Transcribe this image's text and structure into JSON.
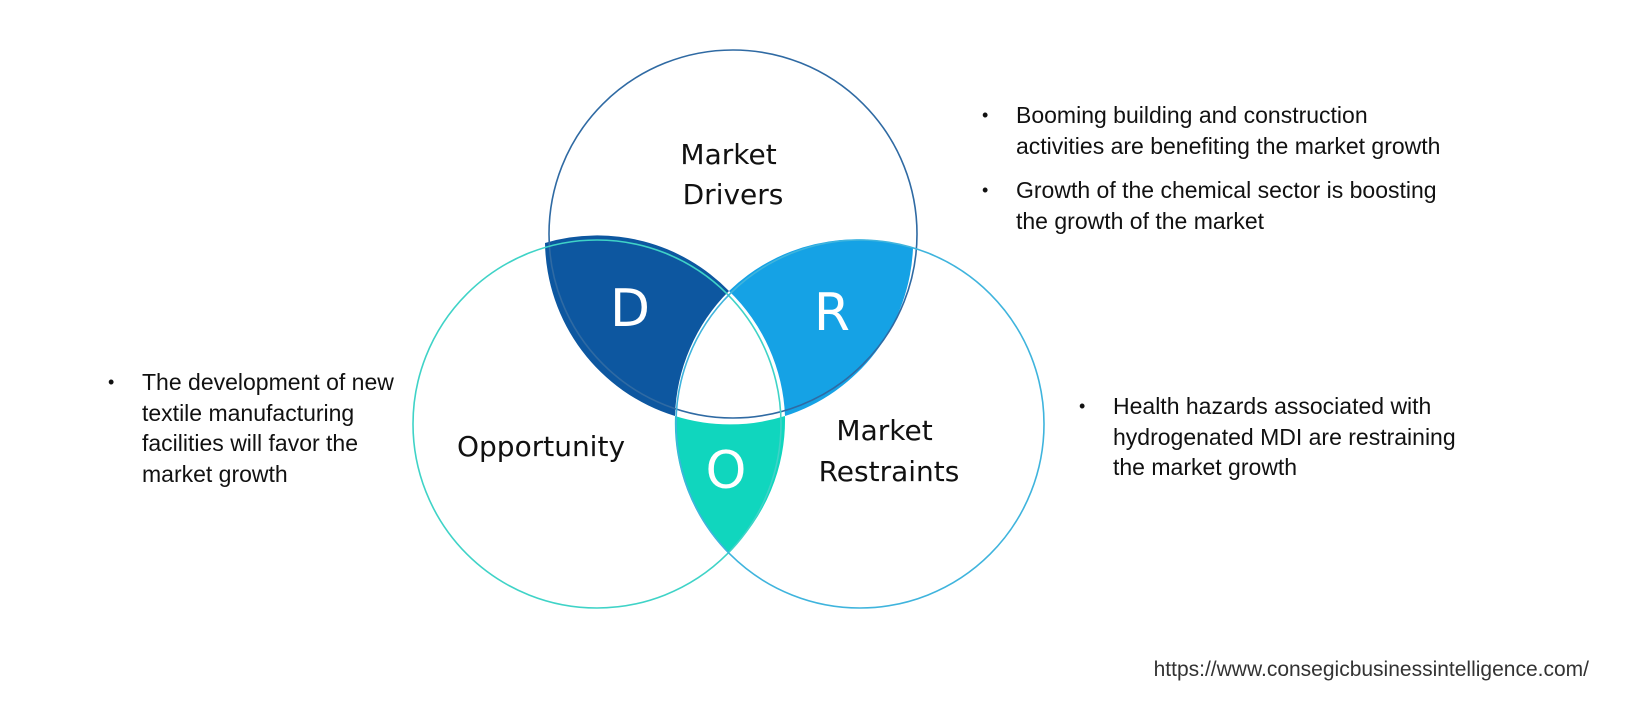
{
  "colors": {
    "drivers_circle": "#2f6aa3",
    "restraints_circle": "#3fb4dd",
    "opportunity_circle": "#3fd3c7",
    "drivers_segment": "#0d57a0",
    "restraints_segment": "#15a2e5",
    "opportunity_segment": "#10d6be"
  },
  "venn": {
    "drivers_title": [
      "Market",
      "Drivers"
    ],
    "restraints_title": [
      "Market",
      "Restraints"
    ],
    "opportunity_title": "Opportunity",
    "letters": {
      "drivers": "D",
      "restraints": "R",
      "opportunity": "O"
    }
  },
  "drivers": {
    "bullets": [
      "Booming building and construction activities are benefiting the market growth",
      "Growth of the chemical sector is boosting the growth of the market"
    ]
  },
  "restraints": {
    "bullets": [
      "Health hazards associated with hydrogenated MDI are restraining the market growth"
    ]
  },
  "opportunity": {
    "bullets": [
      "The development of new textile manufacturing facilities will favor the market growth"
    ]
  },
  "source": {
    "url": "https://www.consegicbusinessintelligence.com/"
  }
}
